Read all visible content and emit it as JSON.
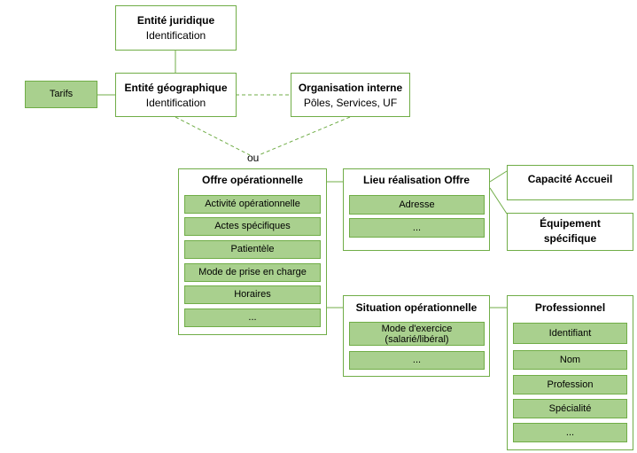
{
  "entite_juridique": {
    "title": "Entité juridique",
    "sub": "Identification"
  },
  "entite_geographique": {
    "title": "Entité géographique",
    "sub": "Identification"
  },
  "organisation_interne": {
    "title": "Organisation interne",
    "sub": "Pôles, Services, UF"
  },
  "tarifs": {
    "label": "Tarifs"
  },
  "ou_label": "ou",
  "offre_operationnelle": {
    "title": "Offre opérationnelle",
    "items": [
      "Activité opérationnelle",
      "Actes spécifiques",
      "Patientèle",
      "Mode de prise en charge",
      "Horaires",
      "..."
    ]
  },
  "lieu_realisation": {
    "title": "Lieu réalisation Offre",
    "items": [
      "Adresse",
      "..."
    ]
  },
  "capacite_accueil": {
    "title": "Capacité Accueil"
  },
  "equipement_specifique": {
    "line1": "Équipement",
    "line2": "spécifique"
  },
  "situation_operationnelle": {
    "title": "Situation opérationnelle",
    "items": [
      "Mode d'exercice",
      "(salarié/libéral)",
      "..."
    ]
  },
  "professionnel": {
    "title": "Professionnel",
    "items": [
      "Identifiant",
      "Nom",
      "Profession",
      "Spécialité",
      "..."
    ]
  },
  "colors": {
    "border": "#70ad47",
    "fill": "#a9d08e",
    "line": "#70ad47"
  }
}
